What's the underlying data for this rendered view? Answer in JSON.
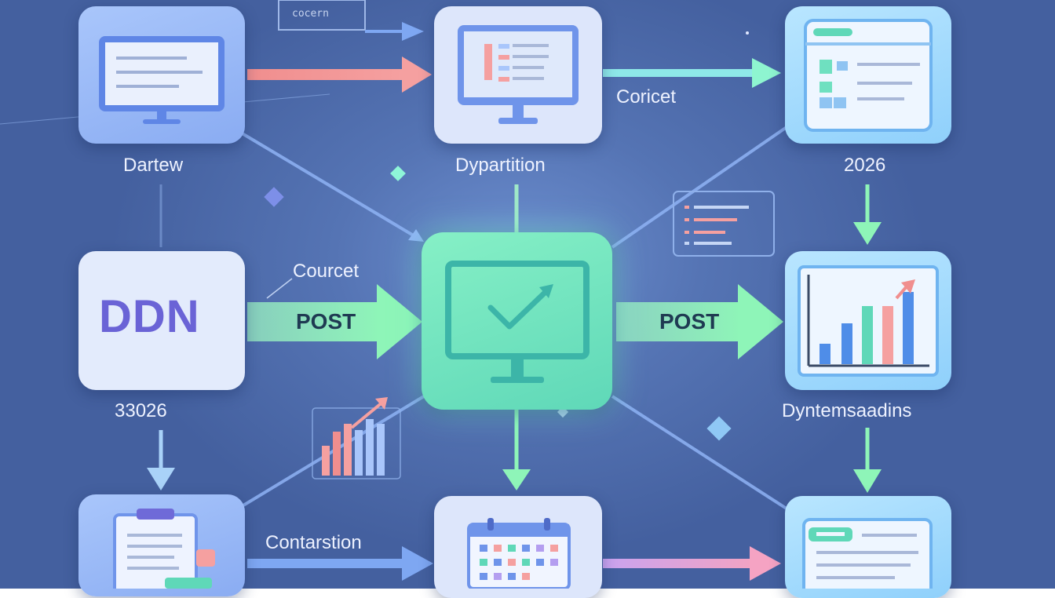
{
  "nodes": {
    "top_left_label": "Dartew",
    "top_center_label": "Dypartition",
    "top_right_label": "2026",
    "mid_left_logo": "DDN",
    "mid_left_number": "33026",
    "mid_right_label": "Dyntemsaadins"
  },
  "edges": {
    "top_center_to_right": "Coricet",
    "left_to_center_caption": "Courcet",
    "left_to_center_arrow": "POST",
    "center_to_right_arrow": "POST",
    "bottom_left_to_center": "Contarstion",
    "top_corner_tag": "cocern"
  },
  "colors": {
    "center_node": "#6fe3bf",
    "arrow_green": "#8ef5b8",
    "arrow_pink": "#f59a9a",
    "arrow_blue": "#7ea7f2",
    "logo_purple": "#6a63d6"
  }
}
